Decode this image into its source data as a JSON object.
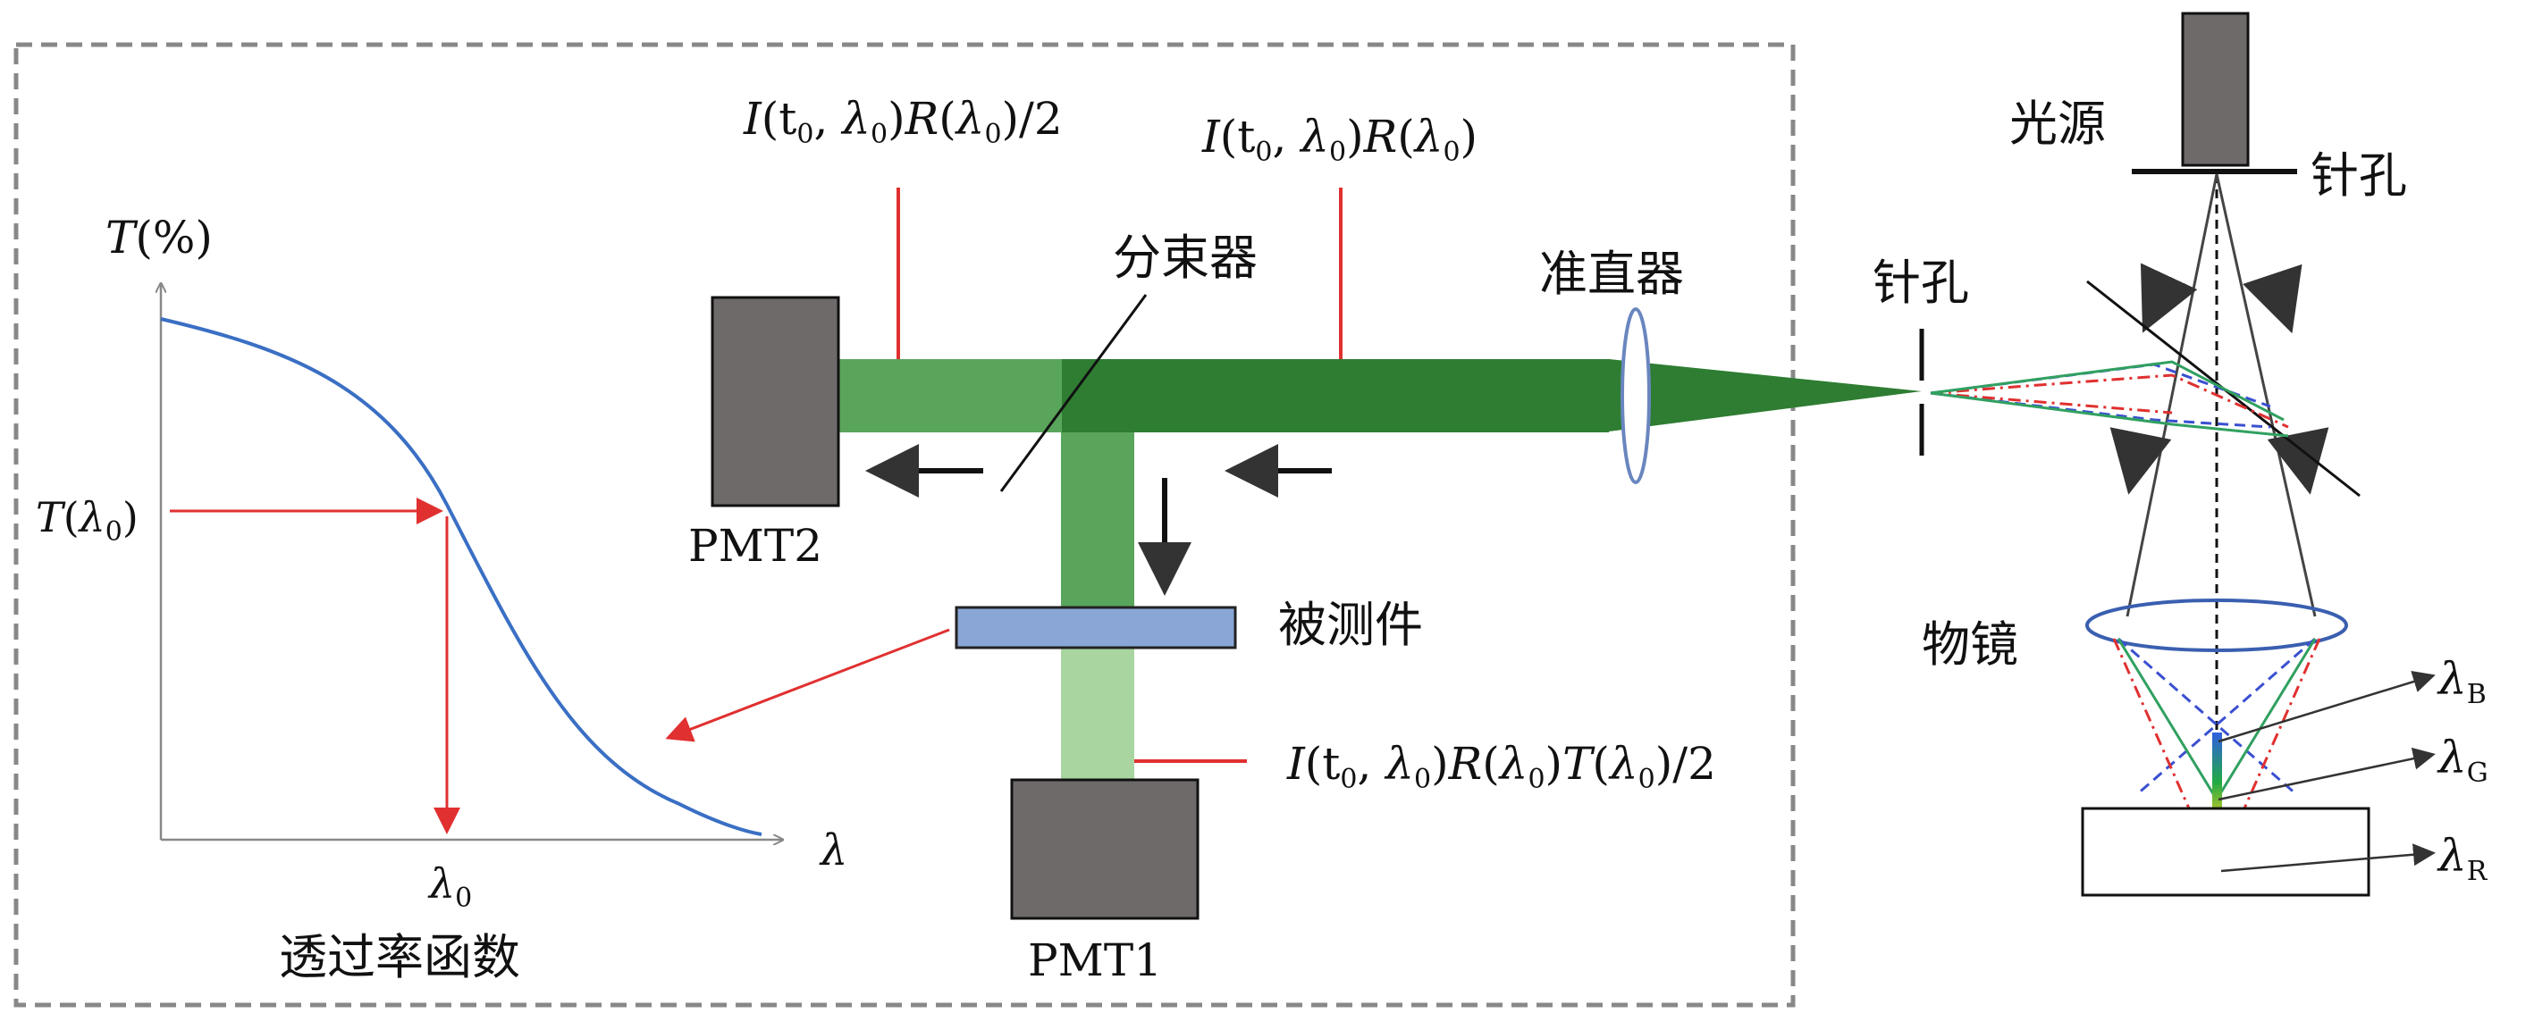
{
  "labels": {
    "light_source": "光源",
    "pinhole_top": "针孔",
    "pinhole_left": "针孔",
    "collimator": "准直器",
    "beam_splitter": "分束器",
    "pmt1": "PMT1",
    "pmt2": "PMT2",
    "sample": "被测件",
    "objective": "物镜",
    "transmittance_function": "透过率函数"
  },
  "signals": {
    "reflected": {
      "i": "I",
      "a": "(t",
      "s1": "0",
      "b": ", ",
      "lam": "λ",
      "s2": "0",
      "c": ")",
      "r": "R",
      "d": "(",
      "lam2": "λ",
      "s3": "0",
      "e": ")"
    },
    "half": {
      "i": "I",
      "a": "(t",
      "s1": "0",
      "b": ", ",
      "lam": "λ",
      "s2": "0",
      "c": ")",
      "r": "R",
      "d": "(",
      "lam2": "λ",
      "s3": "0",
      "e": ")/2"
    },
    "transmitted": {
      "i": "I",
      "a": "(t",
      "s1": "0",
      "b": ", ",
      "lam": "λ",
      "s2": "0",
      "c": ")",
      "r": "R",
      "d": "(",
      "lam2": "λ",
      "s3": "0",
      "e": ")",
      "t": "T",
      "f": "(",
      "lam3": "λ",
      "s4": "0",
      "g": ")/2"
    }
  },
  "graph": {
    "y_axis": {
      "t": "T",
      "rest": "(%)"
    },
    "y_mark": {
      "t": "T",
      "a": "(",
      "lam": "λ",
      "s": "0",
      "b": ")"
    },
    "x_axis": "λ",
    "x_mark": {
      "lam": "λ",
      "s": "0"
    }
  },
  "wavelengths": {
    "blue": {
      "lam": "λ",
      "s": "B"
    },
    "green": {
      "lam": "λ",
      "s": "G"
    },
    "red": {
      "lam": "λ",
      "s": "R"
    }
  },
  "colors": {
    "beam_dark": "#2e7d32",
    "beam_mid": "#5aa55c",
    "beam_light": "#a8d5a0",
    "curve": "#3a6fc4",
    "red": "#e03030",
    "pmt": "#6e6a6a",
    "dash_border": "#888888"
  }
}
